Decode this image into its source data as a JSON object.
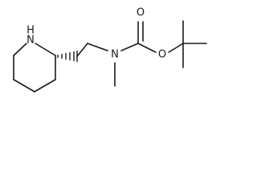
{
  "molecule": {
    "atom_labels": {
      "ring_nitrogen": "H",
      "ring_nitrogen_n": "N",
      "amine_nitrogen": "N",
      "carbonyl_oxygen": "O",
      "ester_oxygen": "O"
    },
    "stereo_bond": "hashed-wedge",
    "color": "#1a1a1a"
  }
}
